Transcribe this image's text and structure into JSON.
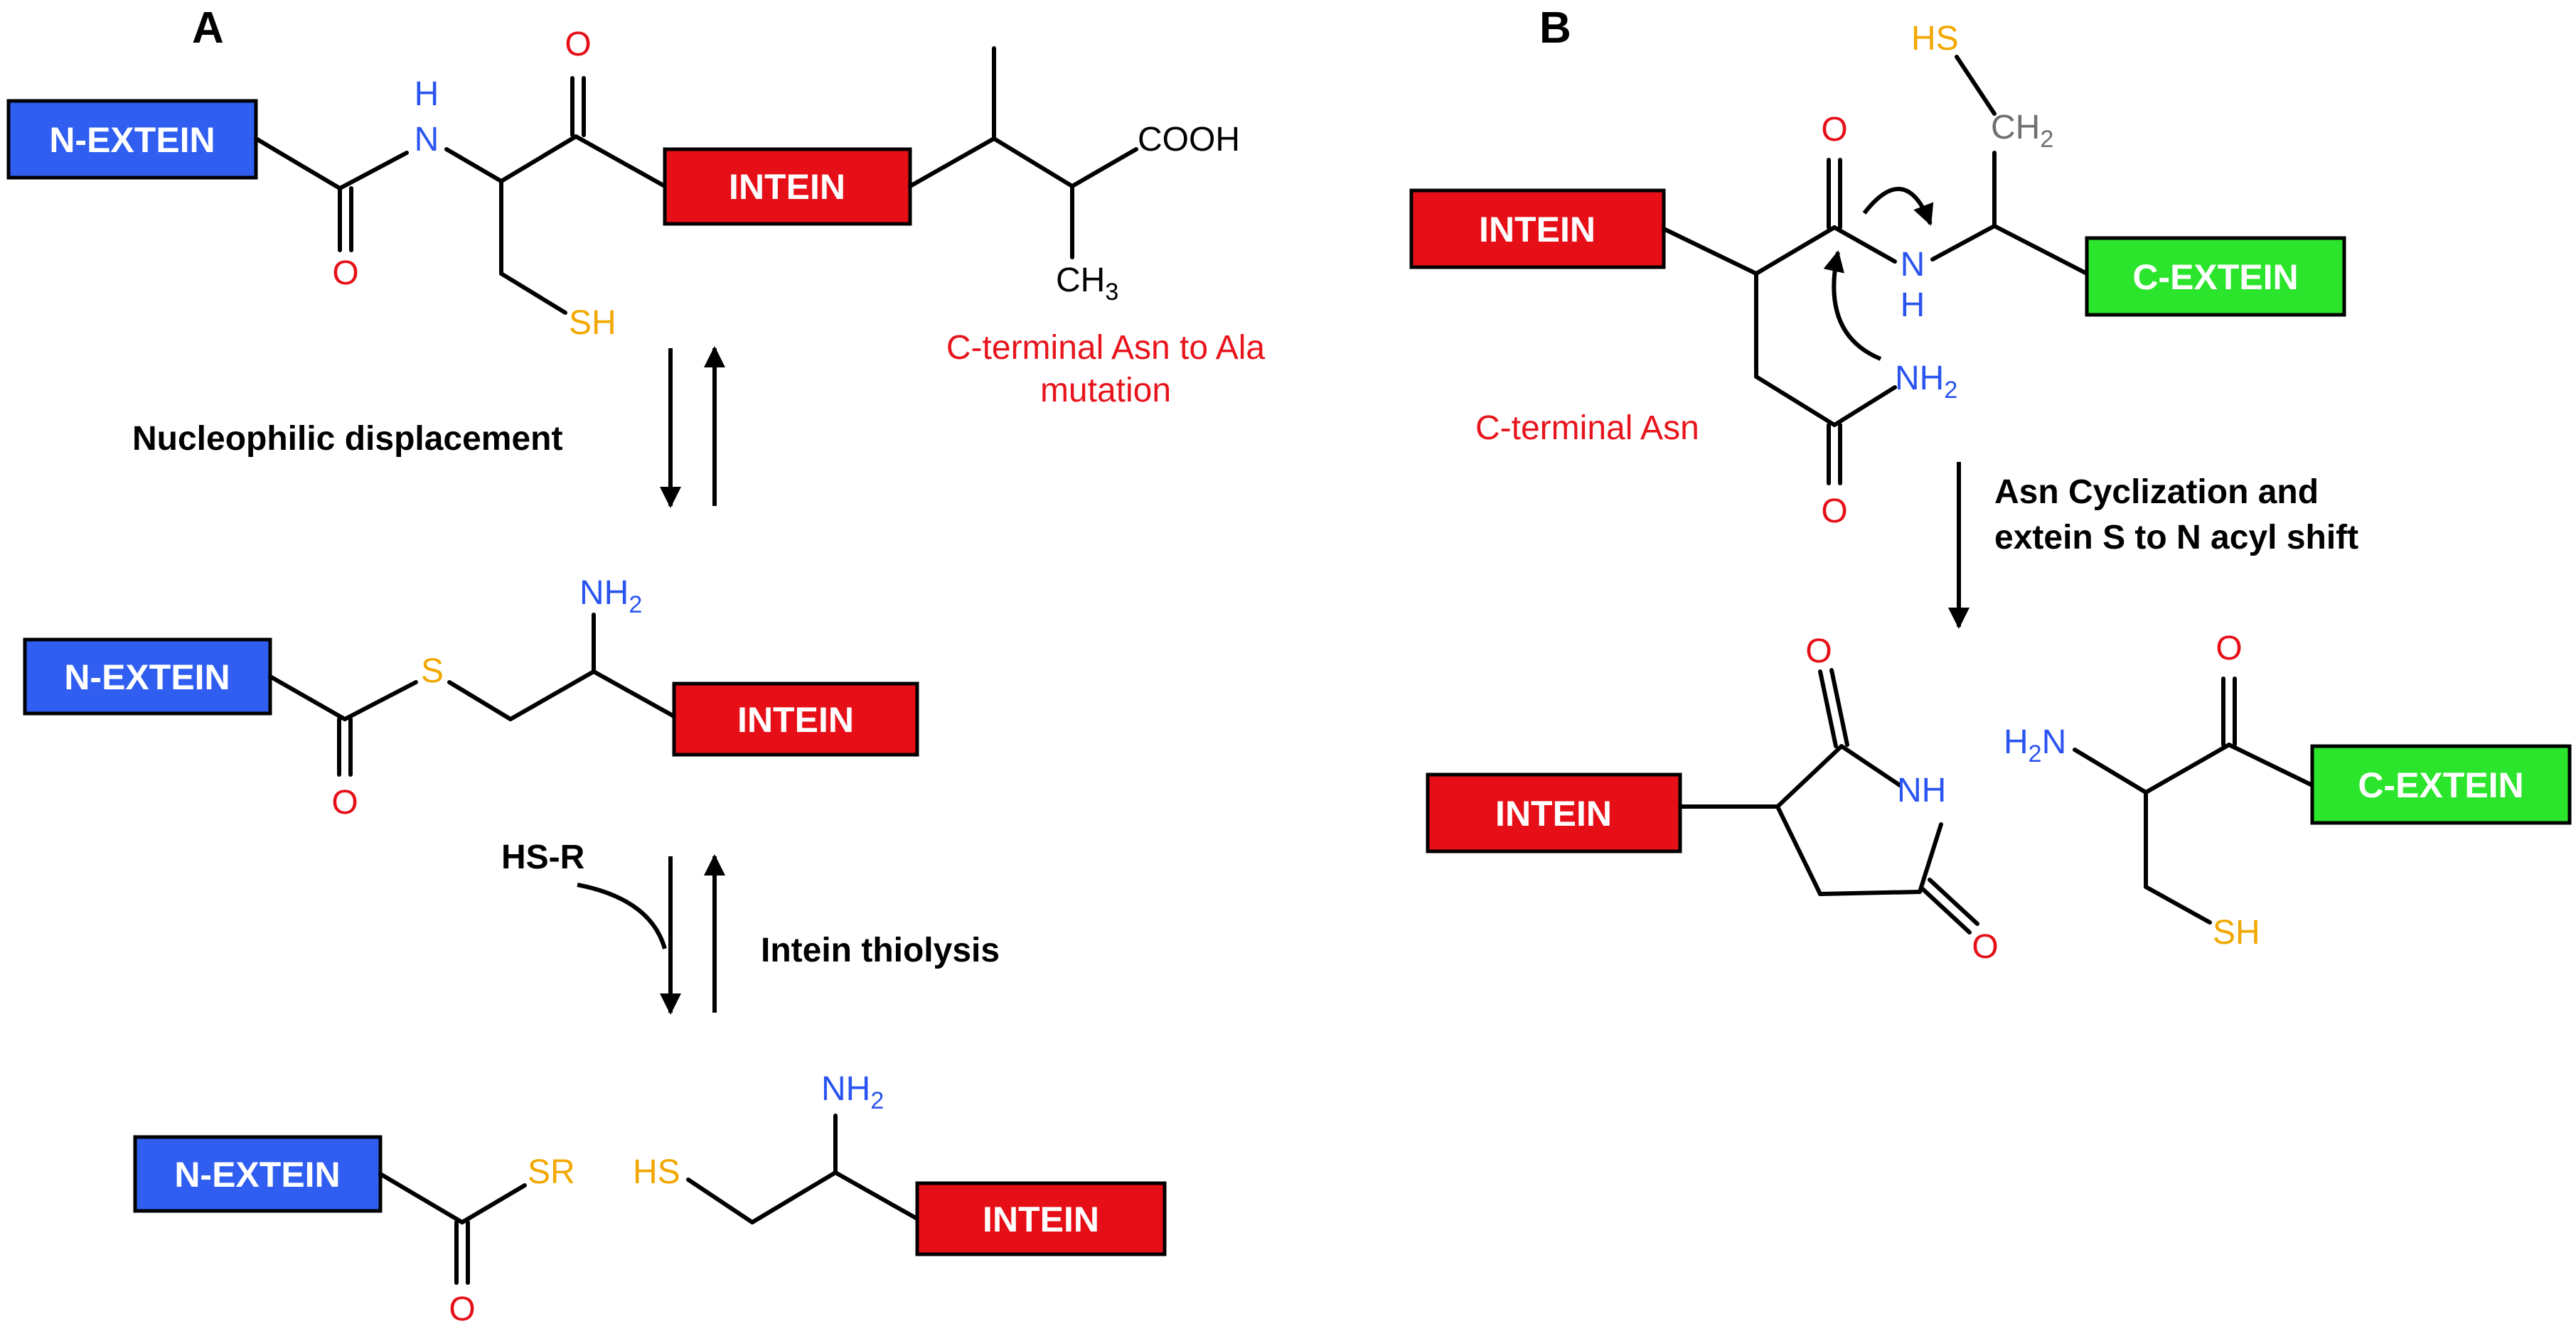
{
  "panels": {
    "a": "A",
    "b": "B"
  },
  "colors": {
    "n_extein": "#2f5ef0",
    "intein": "#e60f17",
    "c_extein": "#2be42c",
    "oxygen": "#e60f17",
    "nitrogen": "#2a54f0",
    "sulfur": "#f2a800",
    "ch2": "#707070",
    "note": "#e8141c"
  },
  "boxes": {
    "n_extein": "N-EXTEIN",
    "intein": "INTEIN",
    "c_extein": "C-EXTEIN"
  },
  "atoms": {
    "O": "O",
    "H": "H",
    "N": "N",
    "NH": "NH",
    "SH": "SH",
    "HS": "HS",
    "S": "S",
    "SR": "SR",
    "NH2": "NH",
    "sub2": "2",
    "sub3": "3",
    "COOH": "COOH",
    "CH3": "CH",
    "CH2": "CH",
    "H2N": "H",
    "H2N_N": "N",
    "HS_R": "HS-R"
  },
  "panel_a": {
    "mutation_note_line1": "C-terminal Asn to Ala",
    "mutation_note_line2": "mutation",
    "step1": "Nucleophilic displacement",
    "step2": "Intein thiolysis"
  },
  "panel_b": {
    "asn_note": "C-terminal Asn",
    "step_line1": "Asn Cyclization and",
    "step_line2": "extein S to N acyl shift"
  }
}
